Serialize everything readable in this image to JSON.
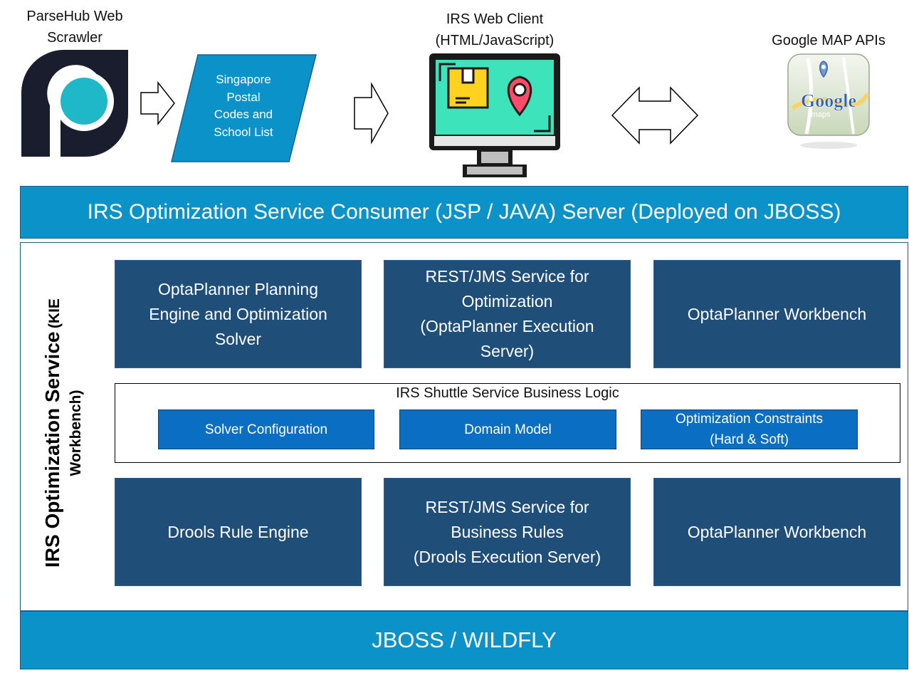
{
  "top": {
    "parsehub_caption": "ParseHub Web\nScrawler",
    "data_source_text": "Singapore\nPostal\nCodes and\nSchool List",
    "web_client_caption": "IRS Web Client\n(HTML/JavaScript)",
    "google_caption": "Google MAP APIs",
    "google_logo_text": "Google",
    "google_logo_sub": "maps"
  },
  "consumer_server": {
    "label": "IRS Optimization Service Consumer (JSP / JAVA) Server (Deployed on JBOSS)"
  },
  "optimization_service": {
    "vertical_title": "IRS Optimization Service",
    "vertical_subtitle": "(KIE\nWorkbench)",
    "row1": [
      "OptaPlanner Planning\nEngine and Optimization\nSolver",
      "REST/JMS Service for\nOptimization\n(OptaPlanner  Execution\nServer)",
      "OptaPlanner Workbench"
    ],
    "business_logic": {
      "title": "IRS Shuttle Service Business Logic",
      "items": [
        "Solver Configuration",
        "Domain Model",
        "Optimization Constraints\n(Hard & Soft)"
      ]
    },
    "row2": [
      "Drools Rule Engine",
      "REST/JMS Service for\nBusiness Rules\n(Drools Execution Server)",
      "OptaPlanner Workbench"
    ]
  },
  "platform": {
    "label": "JBOSS / WILDFLY"
  },
  "colors": {
    "banner": "#0b93c9",
    "dark_box": "#1f4e79",
    "sub_box": "#0a6fc2",
    "parallelogram": "#0b93c9",
    "monitor_screen": "#3de3ba",
    "logo_teal": "#1fb8c8",
    "logo_dark": "#1a1d2e"
  },
  "icons": [
    "parsehub-logo-icon",
    "right-arrow-icon",
    "monitor-pin-icon",
    "double-arrow-icon",
    "google-maps-icon"
  ]
}
